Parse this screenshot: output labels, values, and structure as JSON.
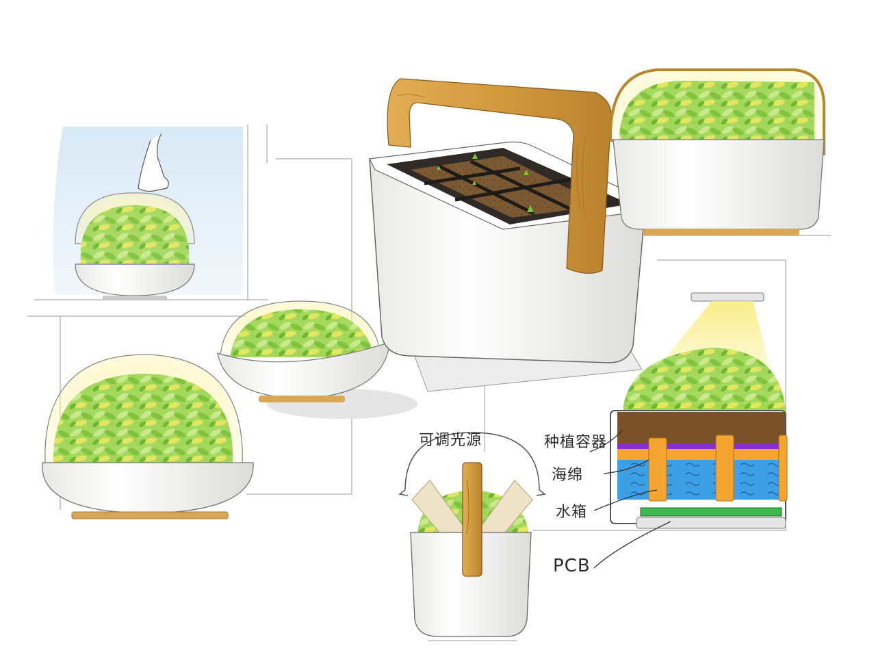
{
  "sheet": {
    "labels": {
      "adjustable_light": "可调光源",
      "planting_container": "种植容器",
      "sponge": "海绵",
      "water_tank": "水箱",
      "pcb": "PCB"
    },
    "colors": {
      "leaf_light": "#b9e27a",
      "leaf_mid": "#8ccf45",
      "leaf_dark": "#6bb52e",
      "leaf_yellow": "#e6e35a",
      "wood": "#d9a34a",
      "wood_dark": "#b07a28",
      "ceramic": "#f7f7f5",
      "soil": "#3d2f22",
      "soil_brown": "#7a5a2e",
      "purple_layer": "#8a2fd0",
      "sponge_orange": "#f3a431",
      "water_blue": "#3aa0e8",
      "pcb_green": "#3fb64e",
      "light_glow": "#fbf3a0"
    }
  }
}
